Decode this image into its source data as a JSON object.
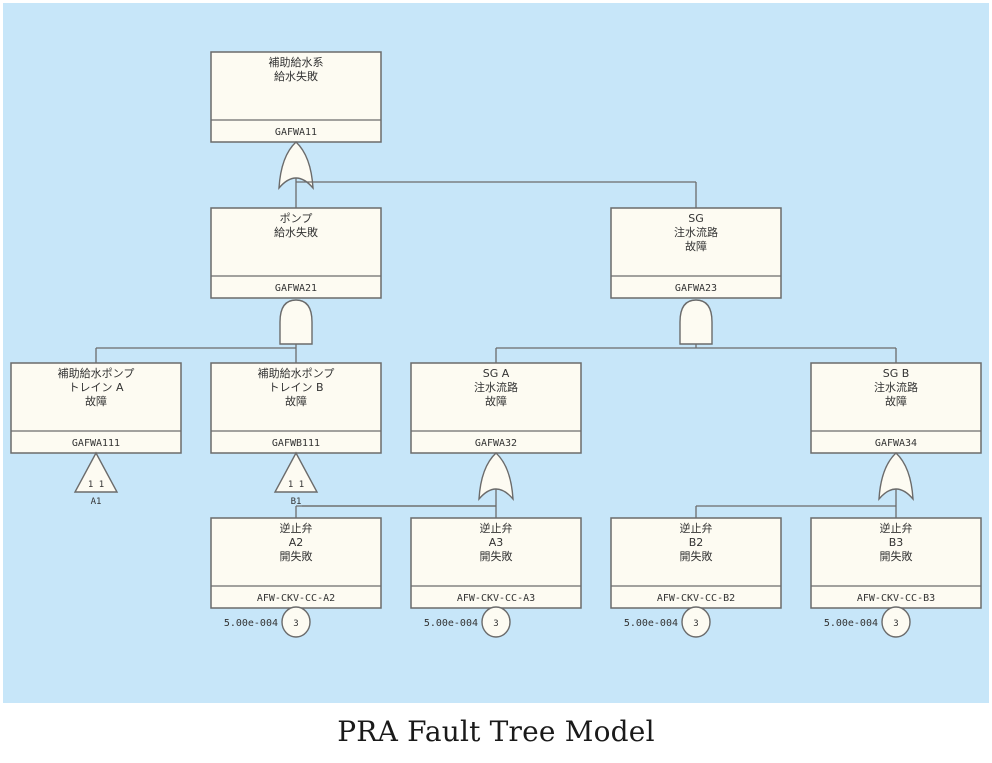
{
  "caption": "PRA Fault Tree Model",
  "colors": {
    "background": "#c7e6f9",
    "box_fill": "#fdfbf2",
    "stroke": "#6b6b6b",
    "text": "#333333"
  },
  "nodes": [
    {
      "id": "top",
      "type": "event",
      "level": 1,
      "lines": [
        "補助給水系",
        "給水失敗"
      ],
      "code": "GAFWA11",
      "gate": "or",
      "children": [
        "pump",
        "sg"
      ]
    },
    {
      "id": "pump",
      "type": "event",
      "level": 2,
      "lines": [
        "ポンプ",
        "給水失敗"
      ],
      "code": "GAFWA21",
      "gate": "and",
      "children": [
        "trainA",
        "trainB"
      ]
    },
    {
      "id": "sg",
      "type": "event",
      "level": 2,
      "lines": [
        "SG",
        "注水流路",
        "故障"
      ],
      "code": "GAFWA23",
      "gate": "and",
      "children": [
        "sgA",
        "sgB"
      ]
    },
    {
      "id": "trainA",
      "type": "event",
      "level": 3,
      "lines": [
        "補助給水ポンプ",
        "トレイン A",
        "故障"
      ],
      "code": "GAFWA111",
      "gate": "transfer",
      "transfer_label": "1 1",
      "transfer_ref": "A1"
    },
    {
      "id": "trainB",
      "type": "event",
      "level": 3,
      "lines": [
        "補助給水ポンプ",
        "トレイン B",
        "故障"
      ],
      "code": "GAFWB111",
      "gate": "transfer",
      "transfer_label": "1 1",
      "transfer_ref": "B1"
    },
    {
      "id": "sgA",
      "type": "event",
      "level": 3,
      "lines": [
        "SG A",
        "注水流路",
        "故障"
      ],
      "code": "GAFWA32",
      "gate": "or",
      "children": [
        "cvA2",
        "cvA3"
      ]
    },
    {
      "id": "sgB",
      "type": "event",
      "level": 3,
      "lines": [
        "SG B",
        "注水流路",
        "故障"
      ],
      "code": "GAFWA34",
      "gate": "or",
      "children": [
        "cvB2",
        "cvB3"
      ]
    },
    {
      "id": "cvA2",
      "type": "basic",
      "level": 4,
      "lines": [
        "逆止弁",
        "A2",
        "開失敗"
      ],
      "code": "AFW-CKV-CC-A2",
      "probability": "5.00e-004",
      "circle_label": "3"
    },
    {
      "id": "cvA3",
      "type": "basic",
      "level": 4,
      "lines": [
        "逆止弁",
        "A3",
        "開失敗"
      ],
      "code": "AFW-CKV-CC-A3",
      "probability": "5.00e-004",
      "circle_label": "3"
    },
    {
      "id": "cvB2",
      "type": "basic",
      "level": 4,
      "lines": [
        "逆止弁",
        "B2",
        "開失敗"
      ],
      "code": "AFW-CKV-CC-B2",
      "probability": "5.00e-004",
      "circle_label": "3"
    },
    {
      "id": "cvB3",
      "type": "basic",
      "level": 4,
      "lines": [
        "逆止弁",
        "B3",
        "開失敗"
      ],
      "code": "AFW-CKV-CC-B3",
      "probability": "5.00e-004",
      "circle_label": "3"
    }
  ]
}
